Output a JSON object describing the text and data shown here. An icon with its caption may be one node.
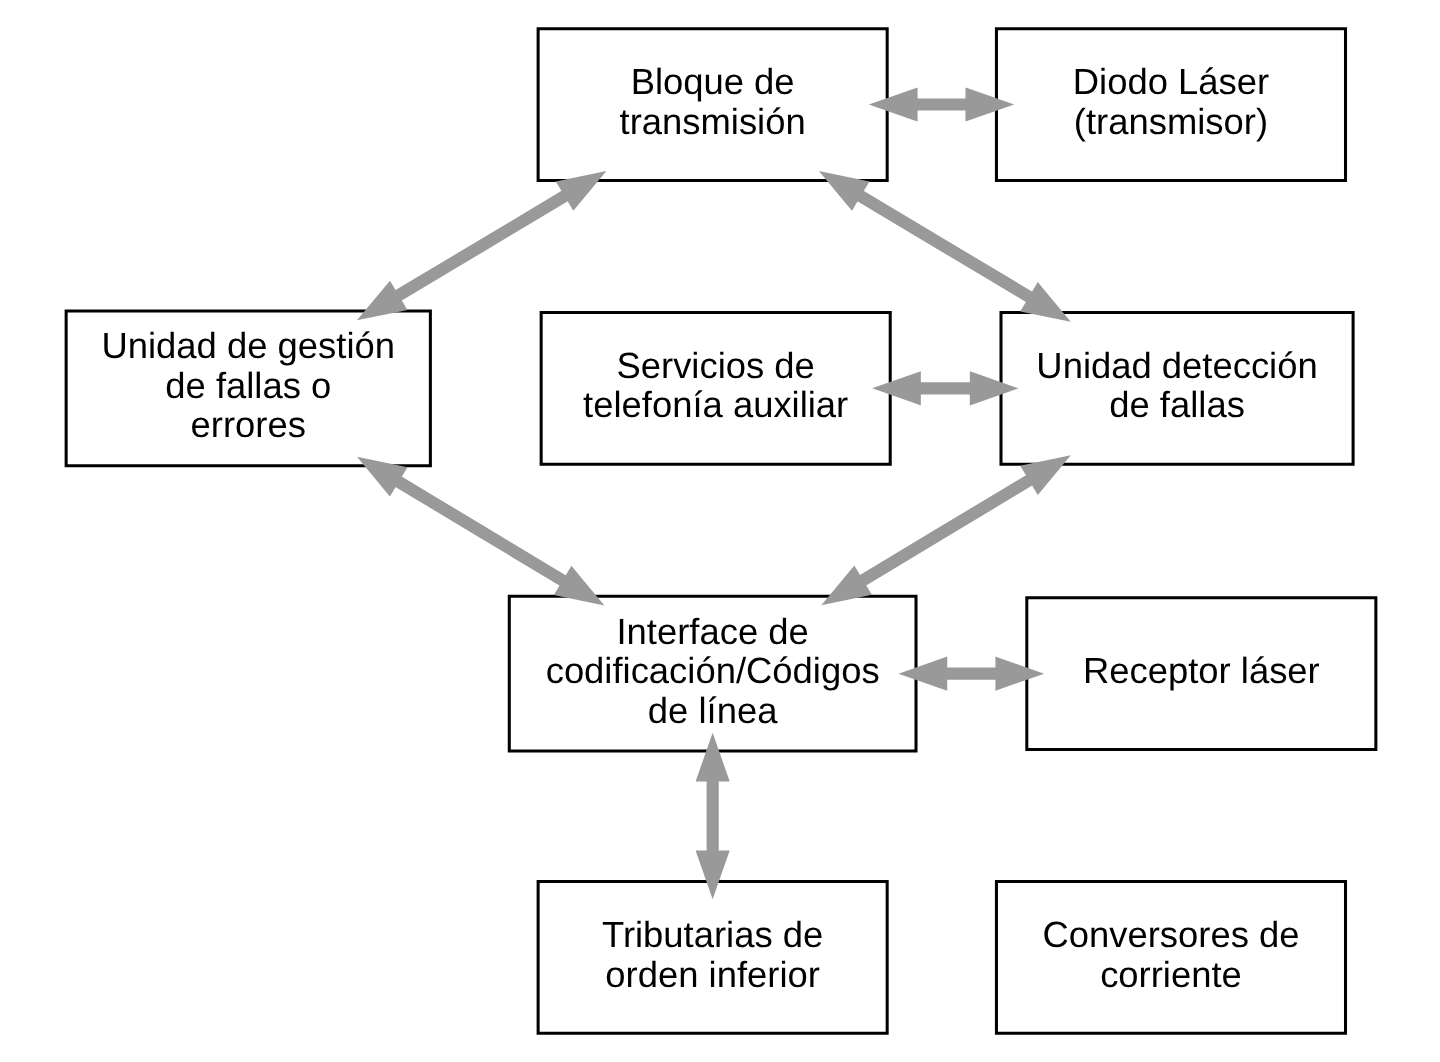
{
  "diagram": {
    "nodes": [
      {
        "text": [
          "Bloque de transmisión"
        ]
      },
      {
        "text": [
          "Diodo Láser (transmisor)"
        ]
      },
      {
        "text": [
          "Servicios de telefonía auxiliar"
        ]
      },
      {
        "text": [
          "Unidad detección de fallas"
        ]
      },
      {
        "text": [
          "Unidad de gestión de fallas o errores"
        ]
      },
      {
        "text": [
          "Interface de codificación/Códigos de línea"
        ]
      },
      {
        "text": [
          "Receptor láser"
        ]
      },
      {
        "text": [
          "Tributarias de orden inferior"
        ]
      },
      {
        "text": [
          "Conversores de corriente"
        ]
      }
    ],
    "edges": [
      {
        "from": 0,
        "to": 1,
        "arrow": "both"
      },
      {
        "from": 0,
        "to": 3,
        "arrow": "both"
      },
      {
        "from": 0,
        "to": 4,
        "arrow": "both"
      },
      {
        "from": 2,
        "to": 3,
        "arrow": "both"
      },
      {
        "from": 3,
        "to": 5,
        "arrow": "both"
      },
      {
        "from": 4,
        "to": 5,
        "arrow": "both"
      },
      {
        "from": 5,
        "to": 6,
        "arrow": "both"
      },
      {
        "from": 5,
        "to": 7,
        "arrow": "both"
      }
    ]
  }
}
